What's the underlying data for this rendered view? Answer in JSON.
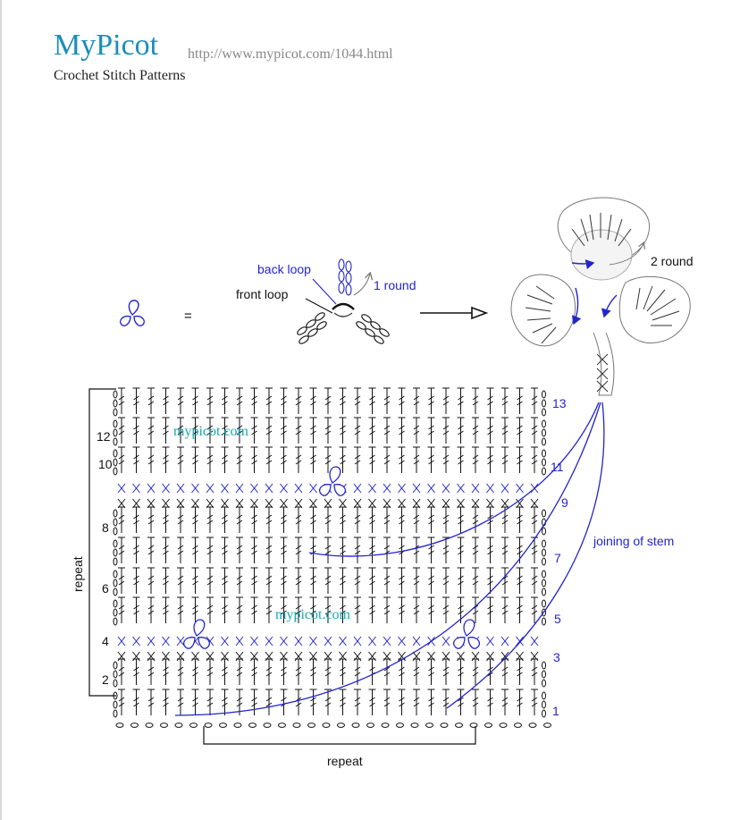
{
  "header": {
    "brand": "MyPicot",
    "url": "http://www.mypicot.com/1044.html",
    "tagline": "Crochet Stitch Patterns"
  },
  "legend": {
    "equals": "=",
    "back_loop": "back loop",
    "front_loop": "front loop",
    "one_round": "1 round",
    "two_round": "2 round"
  },
  "chart": {
    "left_row_numbers": [
      "12",
      "10",
      "8",
      "6",
      "4",
      "2"
    ],
    "right_row_numbers": [
      "13",
      "11",
      "9",
      "7",
      "5",
      "3",
      "1"
    ],
    "repeat_vertical": "repeat",
    "repeat_horizontal": "repeat",
    "joining_label": "joining of stem",
    "watermark": "mypicot.com"
  },
  "colors": {
    "brand": "#1a8fb8",
    "annotation_blue": "#2424cc",
    "watermark": "#1aa6b0",
    "stitch_black": "#111111"
  }
}
